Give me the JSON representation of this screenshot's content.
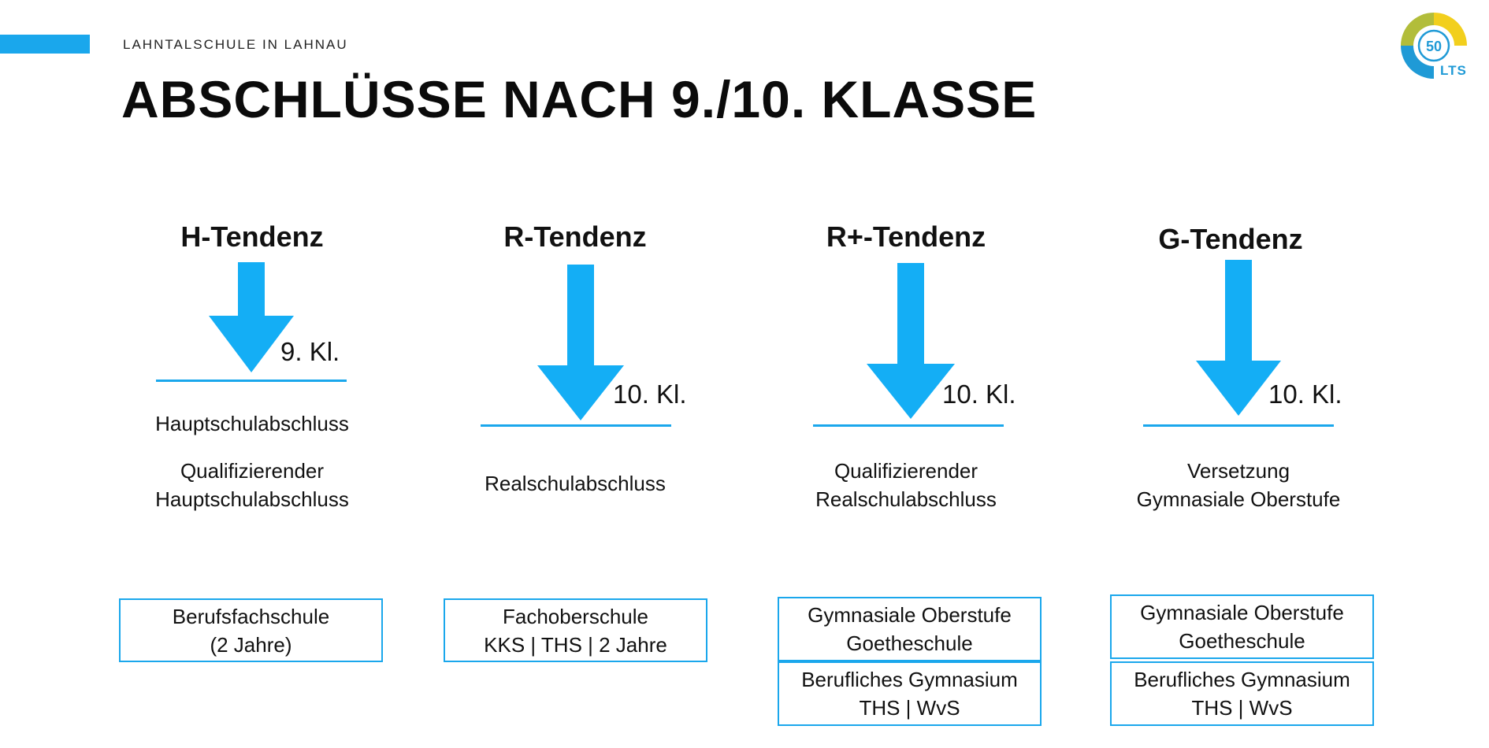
{
  "colors": {
    "accent": "#1aa7ec",
    "arrow": "#14aef5",
    "logo_yellow": "#f2cf1d",
    "logo_olive": "#b2bd3a",
    "logo_blue": "#1f9ad6"
  },
  "header": {
    "school": "LAHNTALSCHULE IN LAHNAU",
    "title": "ABSCHLÜSSE NACH 9./10. KLASSE"
  },
  "logo": {
    "number": "50",
    "text": "LTS",
    "icon": "school-anniversary-logo"
  },
  "columns": [
    {
      "heading": "H-Tendenz",
      "grade": "9. Kl.",
      "abschluss": [
        "Hauptschulabschluss",
        "",
        "Qualifizierender",
        "Hauptschulabschluss"
      ],
      "boxes": [
        [
          "Berufsfachschule",
          "(2 Jahre)"
        ]
      ]
    },
    {
      "heading": "R-Tendenz",
      "grade": "10. Kl.",
      "abschluss": [
        "Realschulabschluss"
      ],
      "boxes": [
        [
          "Fachoberschule",
          "KKS | THS | 2 Jahre"
        ]
      ]
    },
    {
      "heading": "R+-Tendenz",
      "grade": "10. Kl.",
      "abschluss": [
        "Qualifizierender",
        "Realschulabschluss"
      ],
      "boxes": [
        [
          "Gymnasiale Oberstufe",
          "Goetheschule"
        ],
        [
          "Berufliches Gymnasium",
          "THS | WvS"
        ]
      ]
    },
    {
      "heading": "G-Tendenz",
      "grade": "10. Kl.",
      "abschluss": [
        "Versetzung",
        "Gymnasiale Oberstufe"
      ],
      "boxes": [
        [
          "Gymnasiale Oberstufe",
          "Goetheschule"
        ],
        [
          "Berufliches Gymnasium",
          "THS | WvS"
        ]
      ]
    }
  ]
}
